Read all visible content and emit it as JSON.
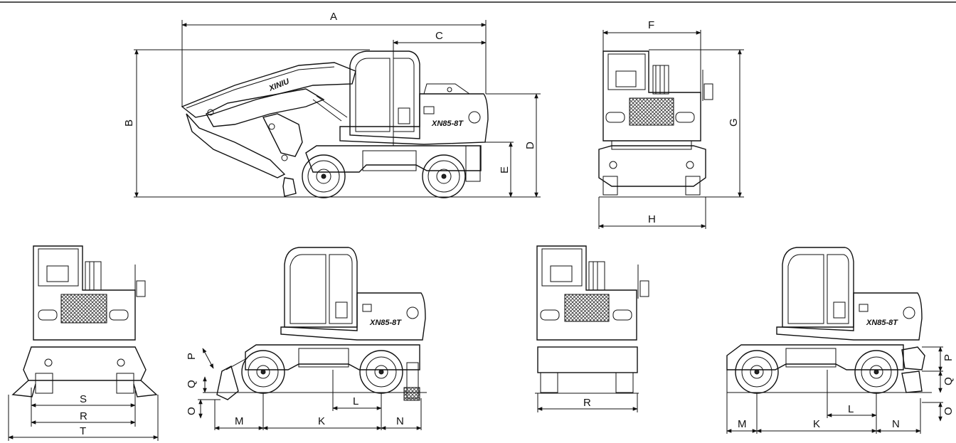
{
  "dimension_labels": {
    "A": "A",
    "B": "B",
    "C": "C",
    "D": "D",
    "E": "E",
    "F": "F",
    "G": "G",
    "H": "H",
    "K": "K",
    "L": "L",
    "M": "M",
    "N": "N",
    "O": "O",
    "P": "P",
    "Q": "Q",
    "R": "R",
    "S": "S",
    "T": "T"
  },
  "branding": {
    "boom_logo": "XINIU",
    "model_badge": "XN85-8T"
  },
  "colors": {
    "line": "#111111",
    "background": "#ffffff"
  }
}
